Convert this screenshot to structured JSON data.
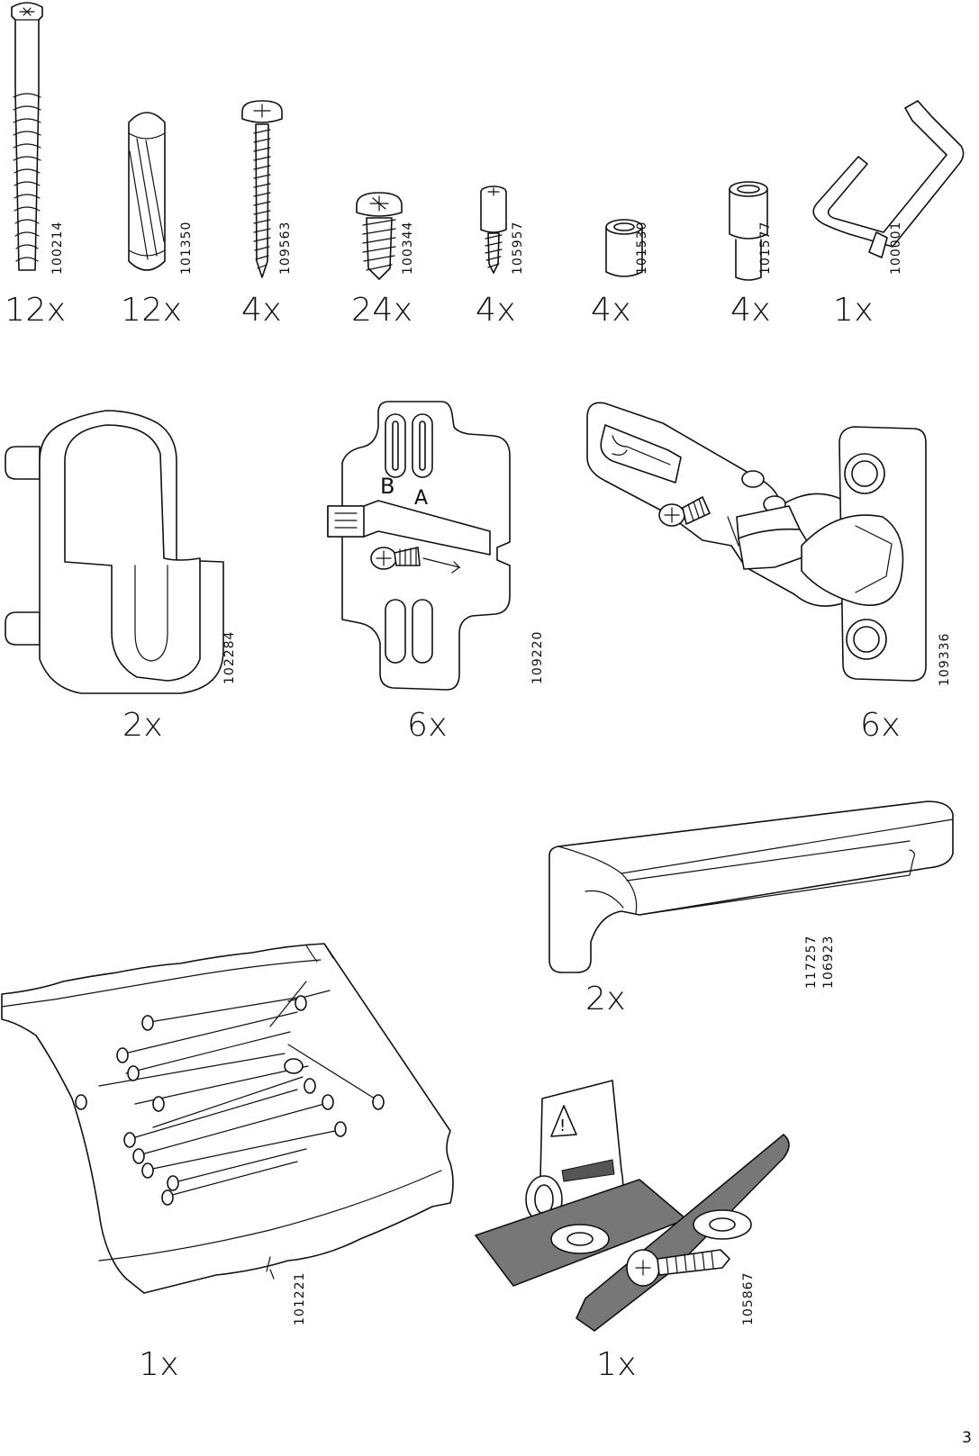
{
  "page_number": "3",
  "parts": [
    {
      "id": "p1",
      "code": "100214",
      "qty": "12x",
      "icon": "long-cam-bolt-icon"
    },
    {
      "id": "p2",
      "code": "101350",
      "qty": "12x",
      "icon": "wood-dowel-icon"
    },
    {
      "id": "p3",
      "code": "109563",
      "qty": "4x",
      "icon": "long-screw-icon"
    },
    {
      "id": "p4",
      "code": "100344",
      "qty": "24x",
      "icon": "short-screw-icon"
    },
    {
      "id": "p5",
      "code": "105957",
      "qty": "4x",
      "icon": "small-screw-icon"
    },
    {
      "id": "p6",
      "code": "101530",
      "qty": "4x",
      "icon": "spacer-sleeve-icon"
    },
    {
      "id": "p7",
      "code": "101577",
      "qty": "4x",
      "icon": "shelf-pin-icon"
    },
    {
      "id": "p8",
      "code": "100001",
      "qty": "1x",
      "icon": "allen-key-icon"
    },
    {
      "id": "p9",
      "code": "102284",
      "qty": "2x",
      "icon": "hanging-bracket-icon"
    },
    {
      "id": "p10",
      "code": "109220",
      "qty": "6x",
      "icon": "mounting-plate-icon"
    },
    {
      "id": "p11",
      "code": "109336",
      "qty": "6x",
      "icon": "hinge-icon"
    },
    {
      "id": "p12",
      "code": "101221",
      "qty": "1x",
      "icon": "nail-bag-icon"
    },
    {
      "id": "p13",
      "codes": [
        "117257",
        "106923"
      ],
      "qty": "2x",
      "icon": "handle-rail-icon"
    },
    {
      "id": "p14",
      "code": "105867",
      "qty": "1x",
      "icon": "wall-anchor-kit-icon"
    }
  ],
  "plate_letters": {
    "b": "B",
    "a": "A"
  },
  "warning_symbol": "!"
}
